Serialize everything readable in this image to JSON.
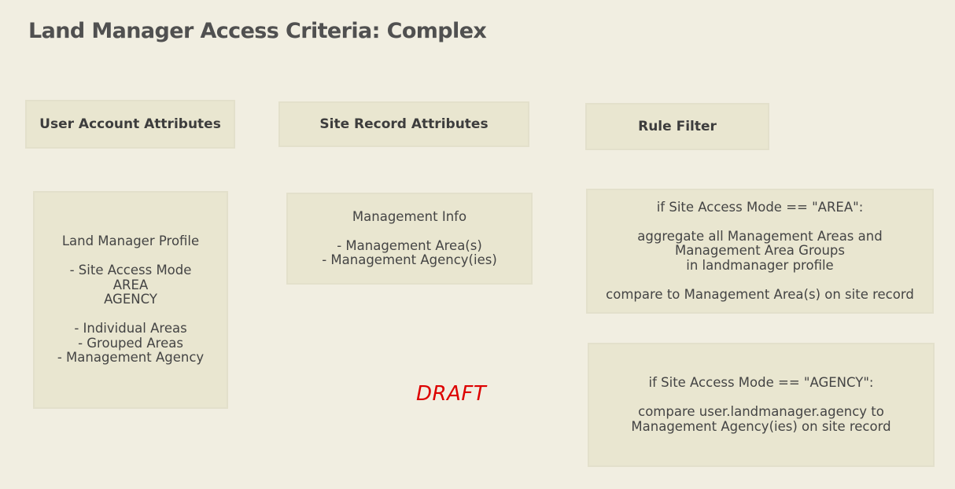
{
  "title": "Land Manager Access Criteria: Complex",
  "headers": {
    "user_account": "User Account Attributes",
    "site_record": "Site Record Attributes",
    "rule_filter": "Rule Filter"
  },
  "land_manager_profile": {
    "heading": "Land Manager Profile",
    "site_access_mode": "- Site Access Mode",
    "mode_area": "AREA",
    "mode_agency": "AGENCY",
    "individual_areas": "- Individual Areas",
    "grouped_areas": "- Grouped Areas",
    "management_agency": "- Management Agency"
  },
  "management_info": {
    "heading": "Management Info",
    "areas": "- Management Area(s)",
    "agencies": "- Management Agency(ies)"
  },
  "rule_area": {
    "condition": "if Site Access Mode == \"AREA\":",
    "line1": "aggregate all Management Areas and",
    "line2": "Management Area Groups",
    "line3": "in landmanager profile",
    "compare": "compare to Management Area(s) on site record"
  },
  "rule_agency": {
    "condition": "if Site Access Mode == \"AGENCY\":",
    "line1": "compare user.landmanager.agency to",
    "line2": "Management Agency(ies) on site record"
  },
  "watermark": "DRAFT",
  "colors": {
    "background": "#f1eee1",
    "box_fill": "#e9e6d0",
    "box_border": "#e3e0cb",
    "draft": "#dd0000",
    "text": "#444444"
  }
}
